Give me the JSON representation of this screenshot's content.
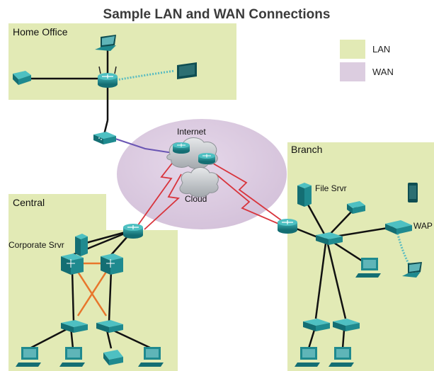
{
  "title": "Sample LAN and WAN Connections",
  "zones": {
    "home_office": "Home Office",
    "central": "Central",
    "branch": "Branch"
  },
  "labels": {
    "internet": "Internet",
    "cloud": "Cloud",
    "corporate_srvr": "Corporate Srvr",
    "file_srvr": "File Srvr",
    "wap": "WAP"
  },
  "legend": {
    "lan": "LAN",
    "wan": "WAN"
  },
  "colors": {
    "lan": "#e2eab5",
    "wan": "#dccde0",
    "device": "#1f8a8f",
    "wan_link": "#d8343c",
    "crosslink": "#e8762b"
  }
}
